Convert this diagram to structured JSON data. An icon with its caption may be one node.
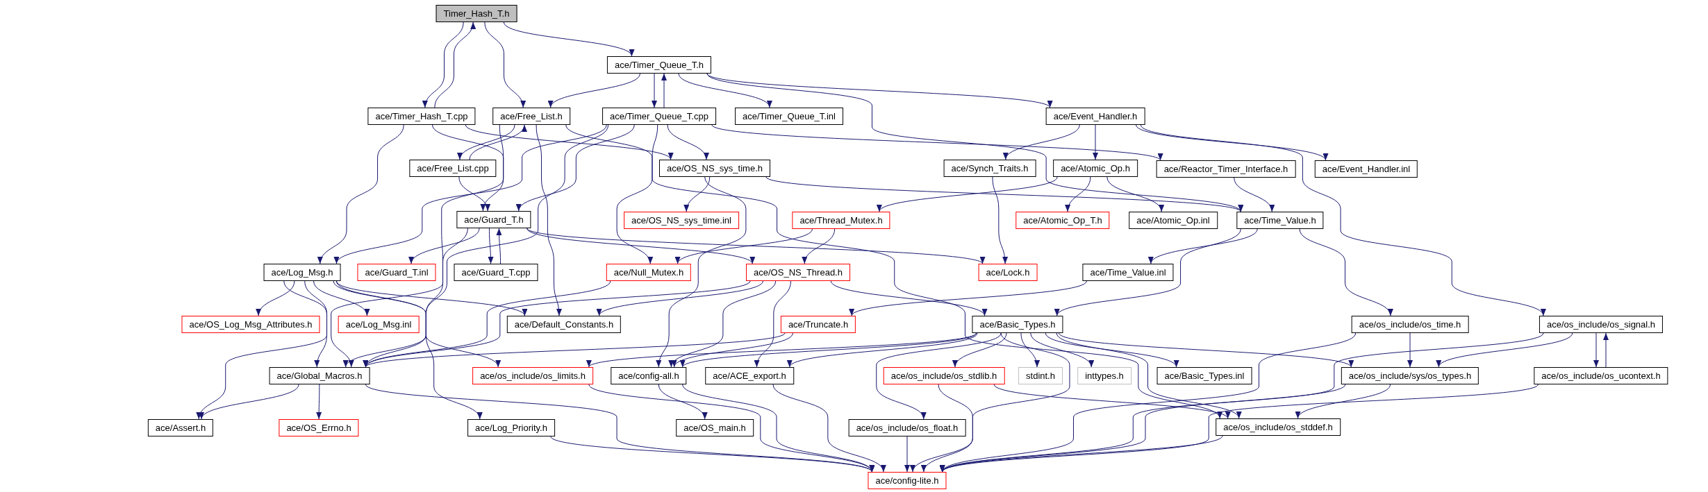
{
  "diagram": {
    "nodes": [
      {
        "text": [
          "Timer_Hash_T.h"
        ]
      },
      {
        "text": [
          "ace/Timer_Hash_T.cpp"
        ]
      },
      {
        "text": [
          "ace/Free_List.h"
        ]
      },
      {
        "text": [
          "ace/Timer_Queue_T.h"
        ]
      },
      {
        "text": [
          "ace/Timer_Queue_T.cpp"
        ]
      },
      {
        "text": [
          "ace/Timer_Queue_T.inl"
        ]
      },
      {
        "text": [
          "ace/Event_Handler.h"
        ]
      },
      {
        "text": [
          "ace/Free_List.cpp"
        ]
      },
      {
        "text": [
          "ace/OS_NS_sys_time.h"
        ]
      },
      {
        "text": [
          "ace/Synch_Traits.h"
        ]
      },
      {
        "text": [
          "ace/Atomic_Op.h"
        ]
      },
      {
        "text": [
          "ace/Reactor_Timer_Interface.h"
        ]
      },
      {
        "text": [
          "ace/Event_Handler.inl"
        ]
      },
      {
        "text": [
          "ace/Guard_T.h"
        ]
      },
      {
        "text": [
          "ace/OS_NS_sys_time.inl"
        ]
      },
      {
        "text": [
          "ace/Thread_Mutex.h"
        ]
      },
      {
        "text": [
          "ace/Atomic_Op_T.h"
        ]
      },
      {
        "text": [
          "ace/Atomic_Op.inl"
        ]
      },
      {
        "text": [
          "ace/Time_Value.h"
        ]
      },
      {
        "text": [
          "ace/Log_Msg.h"
        ]
      },
      {
        "text": [
          "ace/Guard_T.inl"
        ]
      },
      {
        "text": [
          "ace/Guard_T.cpp"
        ]
      },
      {
        "text": [
          "ace/Null_Mutex.h"
        ]
      },
      {
        "text": [
          "ace/OS_NS_Thread.h"
        ]
      },
      {
        "text": [
          "ace/Lock.h"
        ]
      },
      {
        "text": [
          "ace/Time_Value.inl"
        ]
      },
      {
        "text": [
          "ace/OS_Log_Msg_Attributes.h"
        ]
      },
      {
        "text": [
          "ace/Log_Msg.inl"
        ]
      },
      {
        "text": [
          "ace/Default_Constants.h"
        ]
      },
      {
        "text": [
          "ace/Truncate.h"
        ]
      },
      {
        "text": [
          "ace/Basic_Types.h"
        ]
      },
      {
        "text": [
          "ace/os_include/os_time.h"
        ]
      },
      {
        "text": [
          "ace/os_include/os_signal.h"
        ]
      },
      {
        "text": [
          "ace/Global_Macros.h"
        ]
      },
      {
        "text": [
          "ace/os_include/os_limits.h"
        ]
      },
      {
        "text": [
          "ace/config-all.h"
        ]
      },
      {
        "text": [
          "ace/ACE_export.h"
        ]
      },
      {
        "text": [
          "ace/os_include/os_stdlib.h"
        ]
      },
      {
        "text": [
          "stdint.h"
        ]
      },
      {
        "text": [
          "inttypes.h"
        ]
      },
      {
        "text": [
          "ace/Basic_Types.inl"
        ]
      },
      {
        "text": [
          "ace/os_include/sys/os_types.h"
        ]
      },
      {
        "text": [
          "ace/os_include/os_ucontext.h"
        ]
      },
      {
        "text": [
          "ace/Assert.h"
        ]
      },
      {
        "text": [
          "ace/OS_Errno.h"
        ]
      },
      {
        "text": [
          "ace/Log_Priority.h"
        ]
      },
      {
        "text": [
          "ace/OS_main.h"
        ]
      },
      {
        "text": [
          "ace/os_include/os_float.h"
        ]
      },
      {
        "text": [
          "ace/os_include/os_stddef.h"
        ]
      },
      {
        "text": [
          "ace/config-lite.h"
        ]
      }
    ],
    "edges": [
      {
        "from": 0,
        "to": 1,
        "arrow": "to"
      },
      {
        "from": 1,
        "to": 0,
        "arrow": "to"
      },
      {
        "from": 0,
        "to": 2,
        "arrow": "to"
      },
      {
        "from": 0,
        "to": 3,
        "arrow": "to"
      },
      {
        "from": 1,
        "to": 8,
        "arrow": "to"
      },
      {
        "from": 1,
        "to": 13,
        "arrow": "to"
      },
      {
        "from": 1,
        "to": 19,
        "arrow": "to"
      },
      {
        "from": 2,
        "to": 7,
        "arrow": "to"
      },
      {
        "from": 7,
        "to": 2,
        "arrow": "to"
      },
      {
        "from": 2,
        "to": 33,
        "arrow": "to"
      },
      {
        "from": 2,
        "to": 28,
        "arrow": "to"
      },
      {
        "from": 2,
        "to": 48,
        "arrow": "to"
      },
      {
        "from": 3,
        "to": 2,
        "arrow": "to"
      },
      {
        "from": 3,
        "to": 4,
        "arrow": "to"
      },
      {
        "from": 4,
        "to": 3,
        "arrow": "to"
      },
      {
        "from": 3,
        "to": 5,
        "arrow": "to"
      },
      {
        "from": 3,
        "to": 6,
        "arrow": "to"
      },
      {
        "from": 3,
        "to": 18,
        "arrow": "to"
      },
      {
        "from": 6,
        "to": 32,
        "arrow": "to"
      },
      {
        "from": 6,
        "to": 9,
        "arrow": "to"
      },
      {
        "from": 6,
        "to": 10,
        "arrow": "to"
      },
      {
        "from": 6,
        "to": 12,
        "arrow": "to"
      },
      {
        "from": 4,
        "to": 8,
        "arrow": "to"
      },
      {
        "from": 4,
        "to": 13,
        "arrow": "to"
      },
      {
        "from": 4,
        "to": 19,
        "arrow": "to"
      },
      {
        "from": 4,
        "to": 22,
        "arrow": "to"
      },
      {
        "from": 4,
        "to": 11,
        "arrow": "to"
      },
      {
        "from": 4,
        "to": 33,
        "arrow": "to"
      },
      {
        "from": 7,
        "to": 13,
        "arrow": "to"
      },
      {
        "from": 8,
        "to": 14,
        "arrow": "to"
      },
      {
        "from": 8,
        "to": 35,
        "arrow": "to"
      },
      {
        "from": 8,
        "to": 18,
        "arrow": "to"
      },
      {
        "from": 9,
        "to": 24,
        "arrow": "to"
      },
      {
        "from": 10,
        "to": 15,
        "arrow": "to"
      },
      {
        "from": 10,
        "to": 16,
        "arrow": "to"
      },
      {
        "from": 10,
        "to": 17,
        "arrow": "to"
      },
      {
        "from": 11,
        "to": 18,
        "arrow": "to"
      },
      {
        "from": 13,
        "to": 20,
        "arrow": "to"
      },
      {
        "from": 13,
        "to": 21,
        "arrow": "to"
      },
      {
        "from": 21,
        "to": 13,
        "arrow": "to"
      },
      {
        "from": 13,
        "to": 24,
        "arrow": "to"
      },
      {
        "from": 13,
        "to": 23,
        "arrow": "to"
      },
      {
        "from": 13,
        "to": 33,
        "arrow": "to"
      },
      {
        "from": 15,
        "to": 22,
        "arrow": "to"
      },
      {
        "from": 15,
        "to": 23,
        "arrow": "to"
      },
      {
        "from": 18,
        "to": 25,
        "arrow": "to"
      },
      {
        "from": 18,
        "to": 30,
        "arrow": "to"
      },
      {
        "from": 18,
        "to": 31,
        "arrow": "to"
      },
      {
        "from": 19,
        "to": 26,
        "arrow": "to"
      },
      {
        "from": 19,
        "to": 27,
        "arrow": "to"
      },
      {
        "from": 19,
        "to": 28,
        "arrow": "to"
      },
      {
        "from": 19,
        "to": 34,
        "arrow": "to"
      },
      {
        "from": 19,
        "to": 45,
        "arrow": "to"
      },
      {
        "from": 19,
        "to": 33,
        "arrow": "to"
      },
      {
        "from": 19,
        "to": 43,
        "arrow": "to"
      },
      {
        "from": 22,
        "to": 33,
        "arrow": "to"
      },
      {
        "from": 23,
        "to": 28,
        "arrow": "to"
      },
      {
        "from": 23,
        "to": 33,
        "arrow": "to"
      },
      {
        "from": 23,
        "to": 35,
        "arrow": "to"
      },
      {
        "from": 23,
        "to": 36,
        "arrow": "to"
      },
      {
        "from": 23,
        "to": 30,
        "arrow": "to"
      },
      {
        "from": 25,
        "to": 29,
        "arrow": "to"
      },
      {
        "from": 29,
        "to": 33,
        "arrow": "to"
      },
      {
        "from": 29,
        "to": 35,
        "arrow": "to"
      },
      {
        "from": 30,
        "to": 34,
        "arrow": "to"
      },
      {
        "from": 30,
        "to": 35,
        "arrow": "to"
      },
      {
        "from": 30,
        "to": 36,
        "arrow": "to"
      },
      {
        "from": 30,
        "to": 37,
        "arrow": "to"
      },
      {
        "from": 30,
        "to": 38,
        "arrow": "to"
      },
      {
        "from": 30,
        "to": 39,
        "arrow": "to"
      },
      {
        "from": 30,
        "to": 40,
        "arrow": "to"
      },
      {
        "from": 30,
        "to": 41,
        "arrow": "to"
      },
      {
        "from": 30,
        "to": 48,
        "arrow": "to"
      },
      {
        "from": 30,
        "to": 47,
        "arrow": "to"
      },
      {
        "from": 30,
        "to": 49,
        "arrow": "to"
      },
      {
        "from": 31,
        "to": 41,
        "arrow": "to"
      },
      {
        "from": 31,
        "to": 49,
        "arrow": "to"
      },
      {
        "from": 32,
        "to": 41,
        "arrow": "to"
      },
      {
        "from": 32,
        "to": 42,
        "arrow": "to"
      },
      {
        "from": 42,
        "to": 32,
        "arrow": "to"
      },
      {
        "from": 32,
        "to": 49,
        "arrow": "to"
      },
      {
        "from": 33,
        "to": 43,
        "arrow": "to"
      },
      {
        "from": 33,
        "to": 44,
        "arrow": "to"
      },
      {
        "from": 33,
        "to": 49,
        "arrow": "to"
      },
      {
        "from": 34,
        "to": 49,
        "arrow": "to"
      },
      {
        "from": 35,
        "to": 46,
        "arrow": "to"
      },
      {
        "from": 35,
        "to": 49,
        "arrow": "to"
      },
      {
        "from": 36,
        "to": 49,
        "arrow": "to"
      },
      {
        "from": 37,
        "to": 49,
        "arrow": "to"
      },
      {
        "from": 37,
        "to": 48,
        "arrow": "to"
      },
      {
        "from": 41,
        "to": 48,
        "arrow": "to"
      },
      {
        "from": 41,
        "to": 49,
        "arrow": "to"
      },
      {
        "from": 42,
        "to": 49,
        "arrow": "to"
      },
      {
        "from": 45,
        "to": 49,
        "arrow": "to"
      },
      {
        "from": 47,
        "to": 49,
        "arrow": "to"
      },
      {
        "from": 48,
        "to": 49,
        "arrow": "to"
      }
    ]
  }
}
